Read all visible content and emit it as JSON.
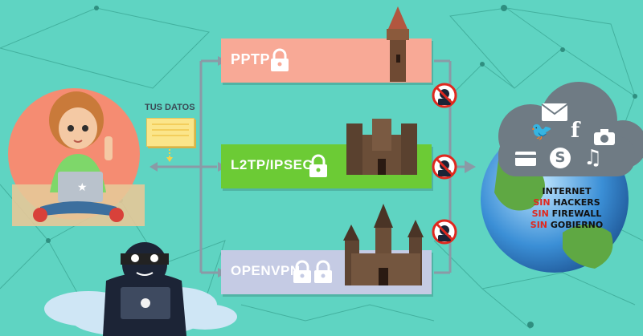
{
  "user_data_label": "TUS DATOS",
  "protocols": [
    {
      "label": "PPTP",
      "color": "#f8a996",
      "locks": 1
    },
    {
      "label": "L2TP/IPSEC",
      "color": "#6ccb35",
      "locks": 1
    },
    {
      "label": "OPENVPN",
      "color": "#c5cbe4",
      "locks": 2
    }
  ],
  "internet": {
    "title": "INTERNET",
    "lines": [
      {
        "prefix": "SIN",
        "text": " HACKERS"
      },
      {
        "prefix": "SIN",
        "text": " FIREWALL"
      },
      {
        "prefix": "SIN",
        "text": " GOBIERNO"
      }
    ]
  },
  "colors": {
    "background": "#5fd4c2",
    "connector": "#8a9aa6",
    "sin_red": "#e0281e"
  },
  "icons": [
    "lock-icon",
    "mail-icon",
    "twitter-icon",
    "facebook-icon",
    "camera-icon",
    "card-icon",
    "skype-icon",
    "music-icon",
    "no-spy-icon",
    "hacker-icon"
  ]
}
